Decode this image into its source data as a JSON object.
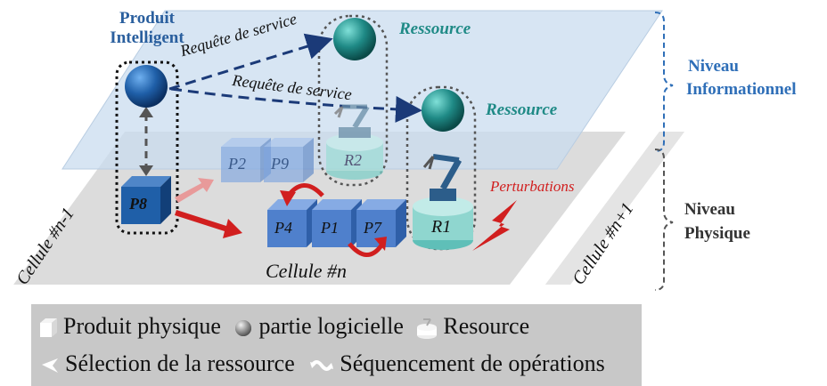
{
  "produit": {
    "line1": "Produit",
    "line2": "Intelligent"
  },
  "requete_1": "Requête de service",
  "requete_2": "Requête de service",
  "ressource_1": "Ressource",
  "ressource_2": "Ressource",
  "niveau_info": {
    "line1": "Niveau",
    "line2": "Informationnel"
  },
  "niveau_phys": {
    "line1": "Niveau",
    "line2": "Physique"
  },
  "perturbations": "Perturbations",
  "cellule_prev": "Cellule #n-1",
  "cellule_cur": "Cellule #n",
  "cellule_next": "Cellule #n+1",
  "products": {
    "p2": "P2",
    "p9": "P9",
    "p8": "P8",
    "p4": "P4",
    "p1": "P1",
    "p7": "P7"
  },
  "resources": {
    "r1": "R1",
    "r2": "R2"
  },
  "legend": {
    "produit_physique": "Produit physique",
    "partie_logicielle": "partie logicielle",
    "resource": "Resource",
    "selection": "Sélection de la ressource",
    "sequencement": "Séquencement de opérations"
  },
  "colors": {
    "info_plane": "#c9dcef",
    "phys_plane": "#dcdcdc",
    "product_blue": "#1f5fa8",
    "resource_teal": "#1f8a86",
    "red": "#d11f1f",
    "legend_bg": "#c8c8c8"
  }
}
